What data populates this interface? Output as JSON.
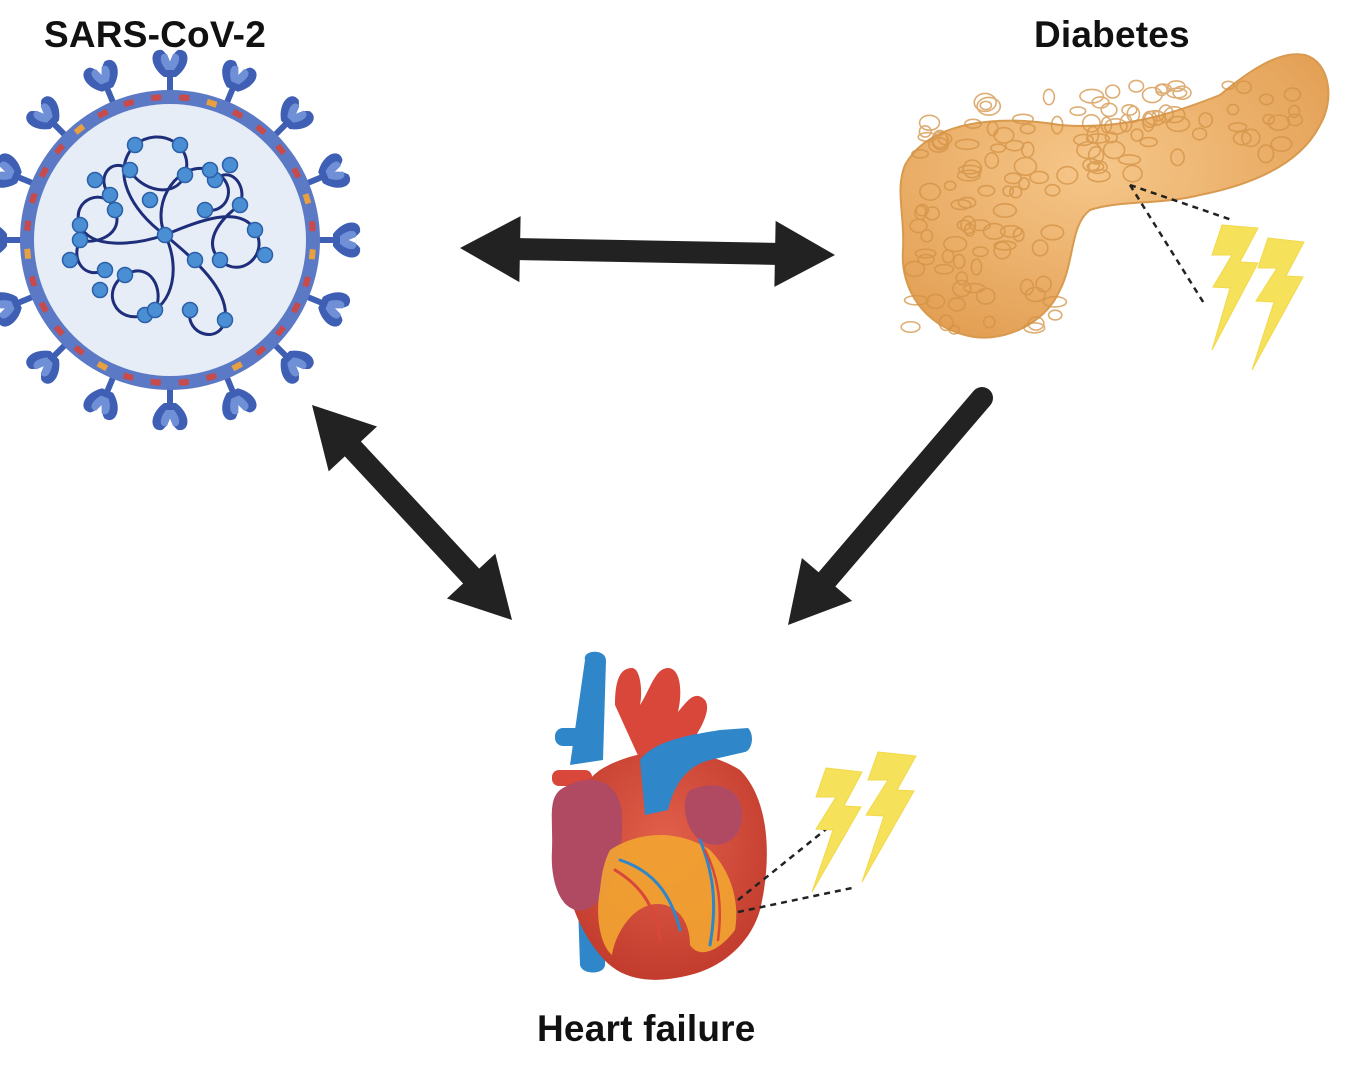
{
  "nodes": {
    "virus": {
      "label": "SARS-CoV-2",
      "icon": "virus-icon"
    },
    "pancreas": {
      "label": "Diabetes",
      "icon": "pancreas-icon"
    },
    "heart": {
      "label": "Heart failure",
      "icon": "heart-icon"
    }
  },
  "edges": [
    {
      "from": "virus",
      "to": "pancreas",
      "direction": "both"
    },
    {
      "from": "virus",
      "to": "heart",
      "direction": "both"
    },
    {
      "from": "pancreas",
      "to": "heart",
      "direction": "forward"
    }
  ],
  "colors": {
    "arrow": "#222222",
    "virus_envelope": "#5b79c4",
    "virus_core": "#e6edf7",
    "virus_spike": "#3f5fb5",
    "virus_rna": "#1e2e7a",
    "virus_bead": "#4a8fd4",
    "pancreas": "#efb36c",
    "heart_red": "#d8473a",
    "heart_blue": "#2f86c9",
    "heart_plum": "#b04a63",
    "lightning": "#f5e25a"
  }
}
